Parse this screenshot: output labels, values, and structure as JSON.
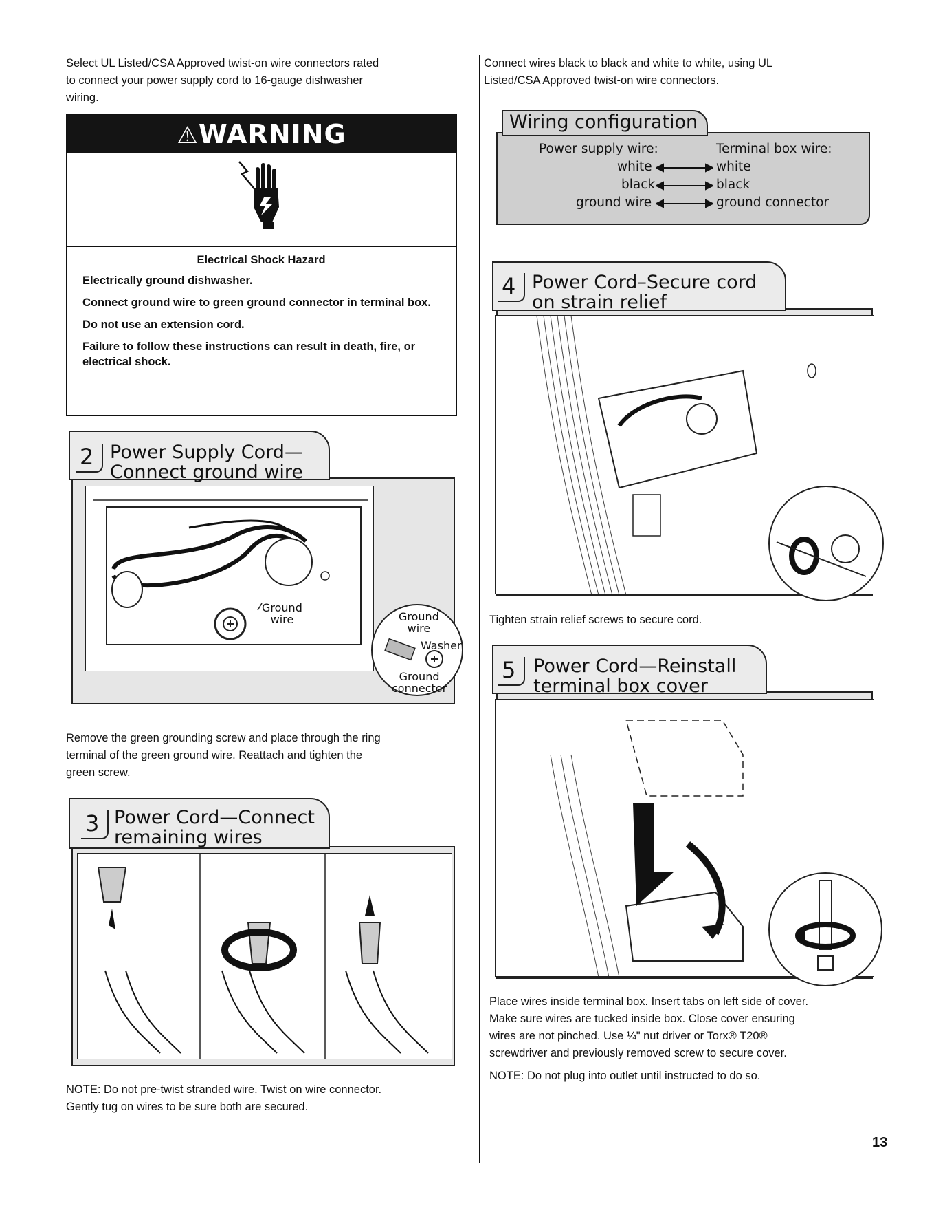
{
  "left": {
    "intro": [
      "Select UL Listed/CSA Approved twist-on wire connectors rated",
      "to connect your power supply cord to 16-gauge dishwasher",
      "wiring."
    ],
    "warning": {
      "header": "WARNING",
      "symbol": "warning-triangle-icon",
      "hazard_title": "Electrical Shock Hazard",
      "lines": [
        "Electrically ground dishwasher.",
        "Connect ground wire to green ground connector in terminal box.",
        "Do not use an extension cord.",
        "Failure to follow these instructions can result in death, fire, or electrical shock."
      ]
    },
    "step2": {
      "number": "2",
      "title_line1": "Power Supply Cord—",
      "title_line2": "Connect ground wire",
      "labels": {
        "ground_wire_1": "Ground",
        "ground_wire_2": "wire",
        "callout_ground_1": "Ground",
        "callout_wire": "wire",
        "callout_washer": "Washer",
        "callout_connector_1": "Ground",
        "callout_connector_2": "connector"
      }
    },
    "step2_caption": [
      "Remove the green grounding screw and place through the ring",
      "terminal of the green ground wire. Reattach and tighten the",
      "green screw."
    ],
    "step3": {
      "number": "3",
      "title_line1": "Power Cord—Connect",
      "title_line2": "remaining wires"
    },
    "note": [
      "NOTE: Do not pre-twist stranded wire. Twist on wire connector.",
      "Gently tug on wires to be sure both are secured."
    ]
  },
  "right": {
    "intro": [
      "Connect wires black to black and white to white, using UL",
      "Listed/CSA Approved twist-on wire connectors."
    ],
    "wiring": {
      "title": "Wiring configuration",
      "col_left_header": "Power supply wire:",
      "col_right_header": "Terminal box wire:",
      "rows": [
        {
          "left": "white",
          "right": "white"
        },
        {
          "left": "black",
          "right": "black"
        },
        {
          "left": "ground wire",
          "right": "ground connector"
        }
      ]
    },
    "step4": {
      "number": "4",
      "title_line1": "Power Cord–Secure cord",
      "title_line2": "on strain relief"
    },
    "step4_caption": "Tighten strain relief screws to secure cord.",
    "step5": {
      "number": "5",
      "title_line1": "Power Cord—Reinstall",
      "title_line2": "terminal box cover"
    },
    "step5_caption": [
      "Place wires inside terminal box. Insert tabs on left side of cover.",
      "Make sure wires are tucked inside box. Close cover ensuring",
      "wires are not pinched. Use ¼\" nut driver or Torx® T20®",
      "screwdriver and previously removed screw to secure cover."
    ],
    "note": "NOTE: Do not plug into outlet until instructed to do so."
  },
  "page_number": "13"
}
